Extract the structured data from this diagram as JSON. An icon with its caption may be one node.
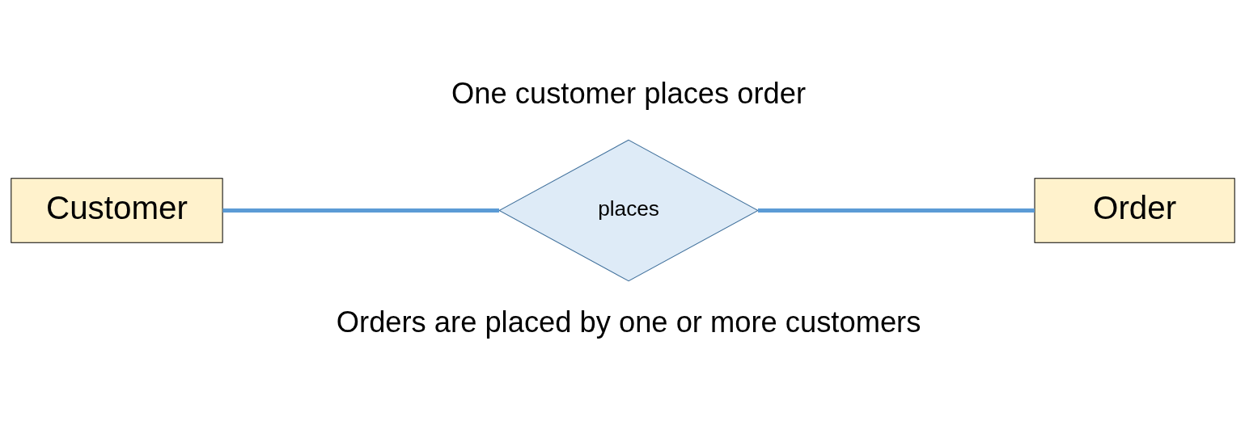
{
  "diagram": {
    "nodes": [
      {
        "text": [
          "Customer"
        ]
      },
      {
        "text": [
          "places"
        ]
      },
      {
        "text": [
          "Order"
        ]
      }
    ],
    "edges": [
      {
        "from": 0,
        "to": 1,
        "arrow": "none"
      },
      {
        "from": 1,
        "to": 2,
        "arrow": "none"
      }
    ],
    "labels": [
      "One customer places order",
      "Orders are placed by one or more customers"
    ]
  }
}
